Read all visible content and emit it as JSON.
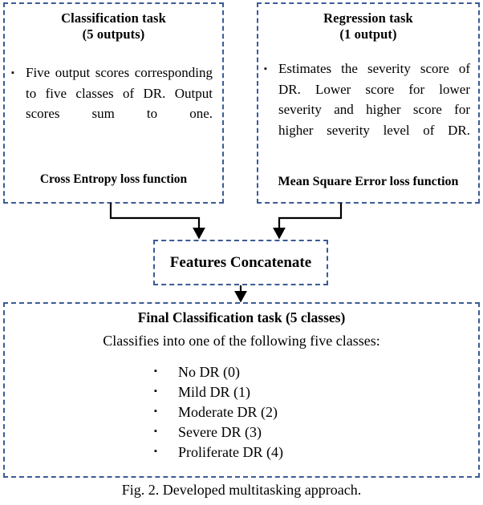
{
  "figure": {
    "caption": "Fig. 2. Developed multitasking approach.",
    "border_color": "#3c5a96",
    "text_color": "#000000",
    "background": "#ffffff"
  },
  "classification_box": {
    "title_line1": "Classification task",
    "title_line2": "(5 outputs)",
    "bullet_glyph": "▪",
    "bullet_text": "Five output scores corresponding to five classes of DR. Output scores sum to one.",
    "loss_label": "Cross Entropy loss function"
  },
  "regression_box": {
    "title_line1": "Regression task",
    "title_line2": "(1 output)",
    "bullet_glyph": "▪",
    "bullet_text": "Estimates the severity score of DR. Lower score for lower severity and higher score for higher severity level of DR.",
    "loss_label": "Mean Square Error loss function"
  },
  "concat_box": {
    "label": "Features Concatenate"
  },
  "final_box": {
    "title": "Final Classification task   (5 classes)",
    "subtitle": "Classifies into one of the following five classes:",
    "bullet_glyph": "▪",
    "classes": [
      "No DR (0)",
      "Mild DR (1)",
      "Moderate DR (2)",
      "Severe DR (3)",
      "Proliferate DR (4)"
    ]
  },
  "connectors": {
    "arrow_color": "#000000",
    "from_classification_to_concat": "elbow down-right then down with arrowhead",
    "from_regression_to_concat": "elbow down-left then down with arrowhead",
    "from_concat_to_final": "straight down with arrowhead"
  }
}
